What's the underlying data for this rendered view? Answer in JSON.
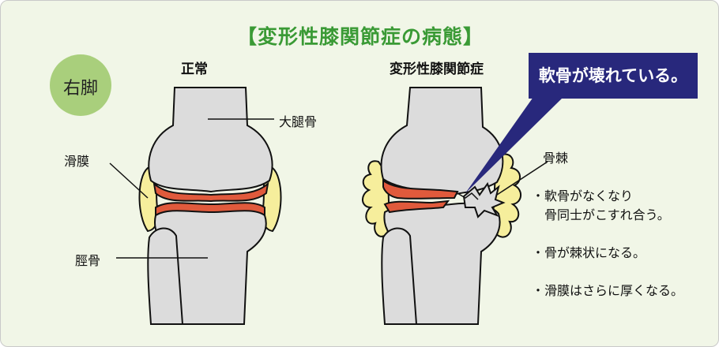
{
  "title": "【変形性膝関節症の病態】",
  "side_label": "右脚",
  "normal": {
    "heading": "正常",
    "femur": "大腿骨",
    "synovium": "滑膜",
    "tibia": "脛骨"
  },
  "oa": {
    "heading": "変形性膝関節症",
    "callout": "軟骨が壊れている。",
    "osteophyte": "骨棘",
    "bullets": [
      "・軟骨がなくなり",
      "　骨同士がこすれ合う。",
      "・骨が棘状になる。",
      "・滑膜はさらに厚くなる。"
    ]
  },
  "colors": {
    "background": "#f1f6e7",
    "bone": "#dcdcdc",
    "cartilage": "#e05a3c",
    "synovium": "#f6ee9c",
    "title_green": "#3a9a35",
    "badge_green": "#a9cf7c",
    "callout_navy": "#28287c"
  }
}
